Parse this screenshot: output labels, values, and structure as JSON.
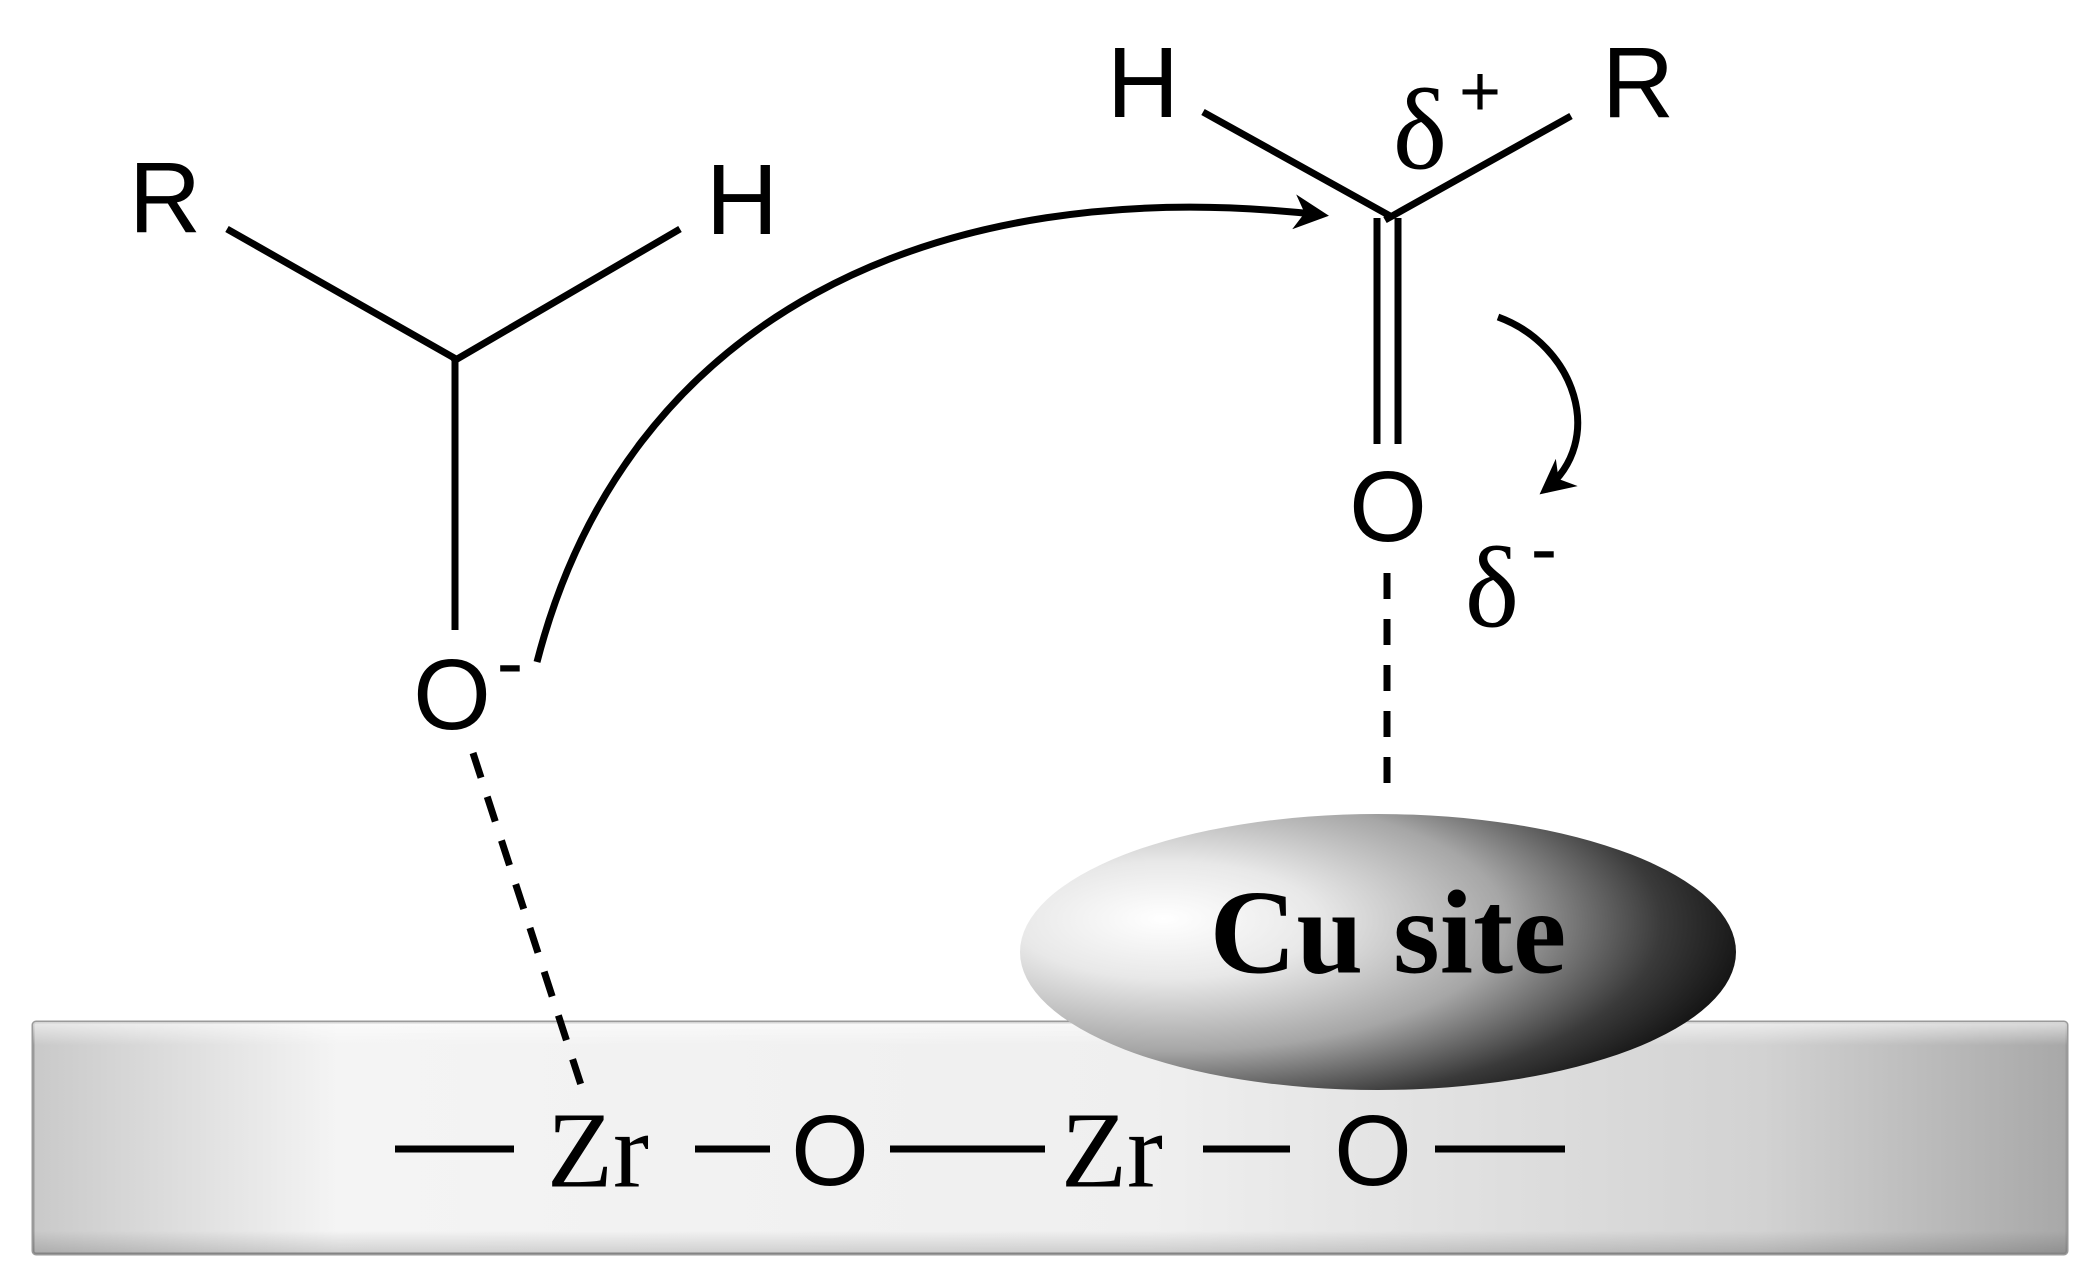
{
  "substrate_alcohol": {
    "r_label": "R",
    "h_label": "H",
    "oxygen_label": "O",
    "oxygen_charge": "-"
  },
  "carbonyl": {
    "h_label": "H",
    "r_label": "R",
    "delta_plus": "δ",
    "delta_plus_sign": "+",
    "oxygen_label": "O",
    "delta_minus": "δ",
    "delta_minus_sign": "-"
  },
  "cu_site": {
    "label": "Cu site"
  },
  "support_chain": {
    "zr1": "Zr",
    "o1": "O",
    "zr2": "Zr",
    "o2": "O"
  }
}
